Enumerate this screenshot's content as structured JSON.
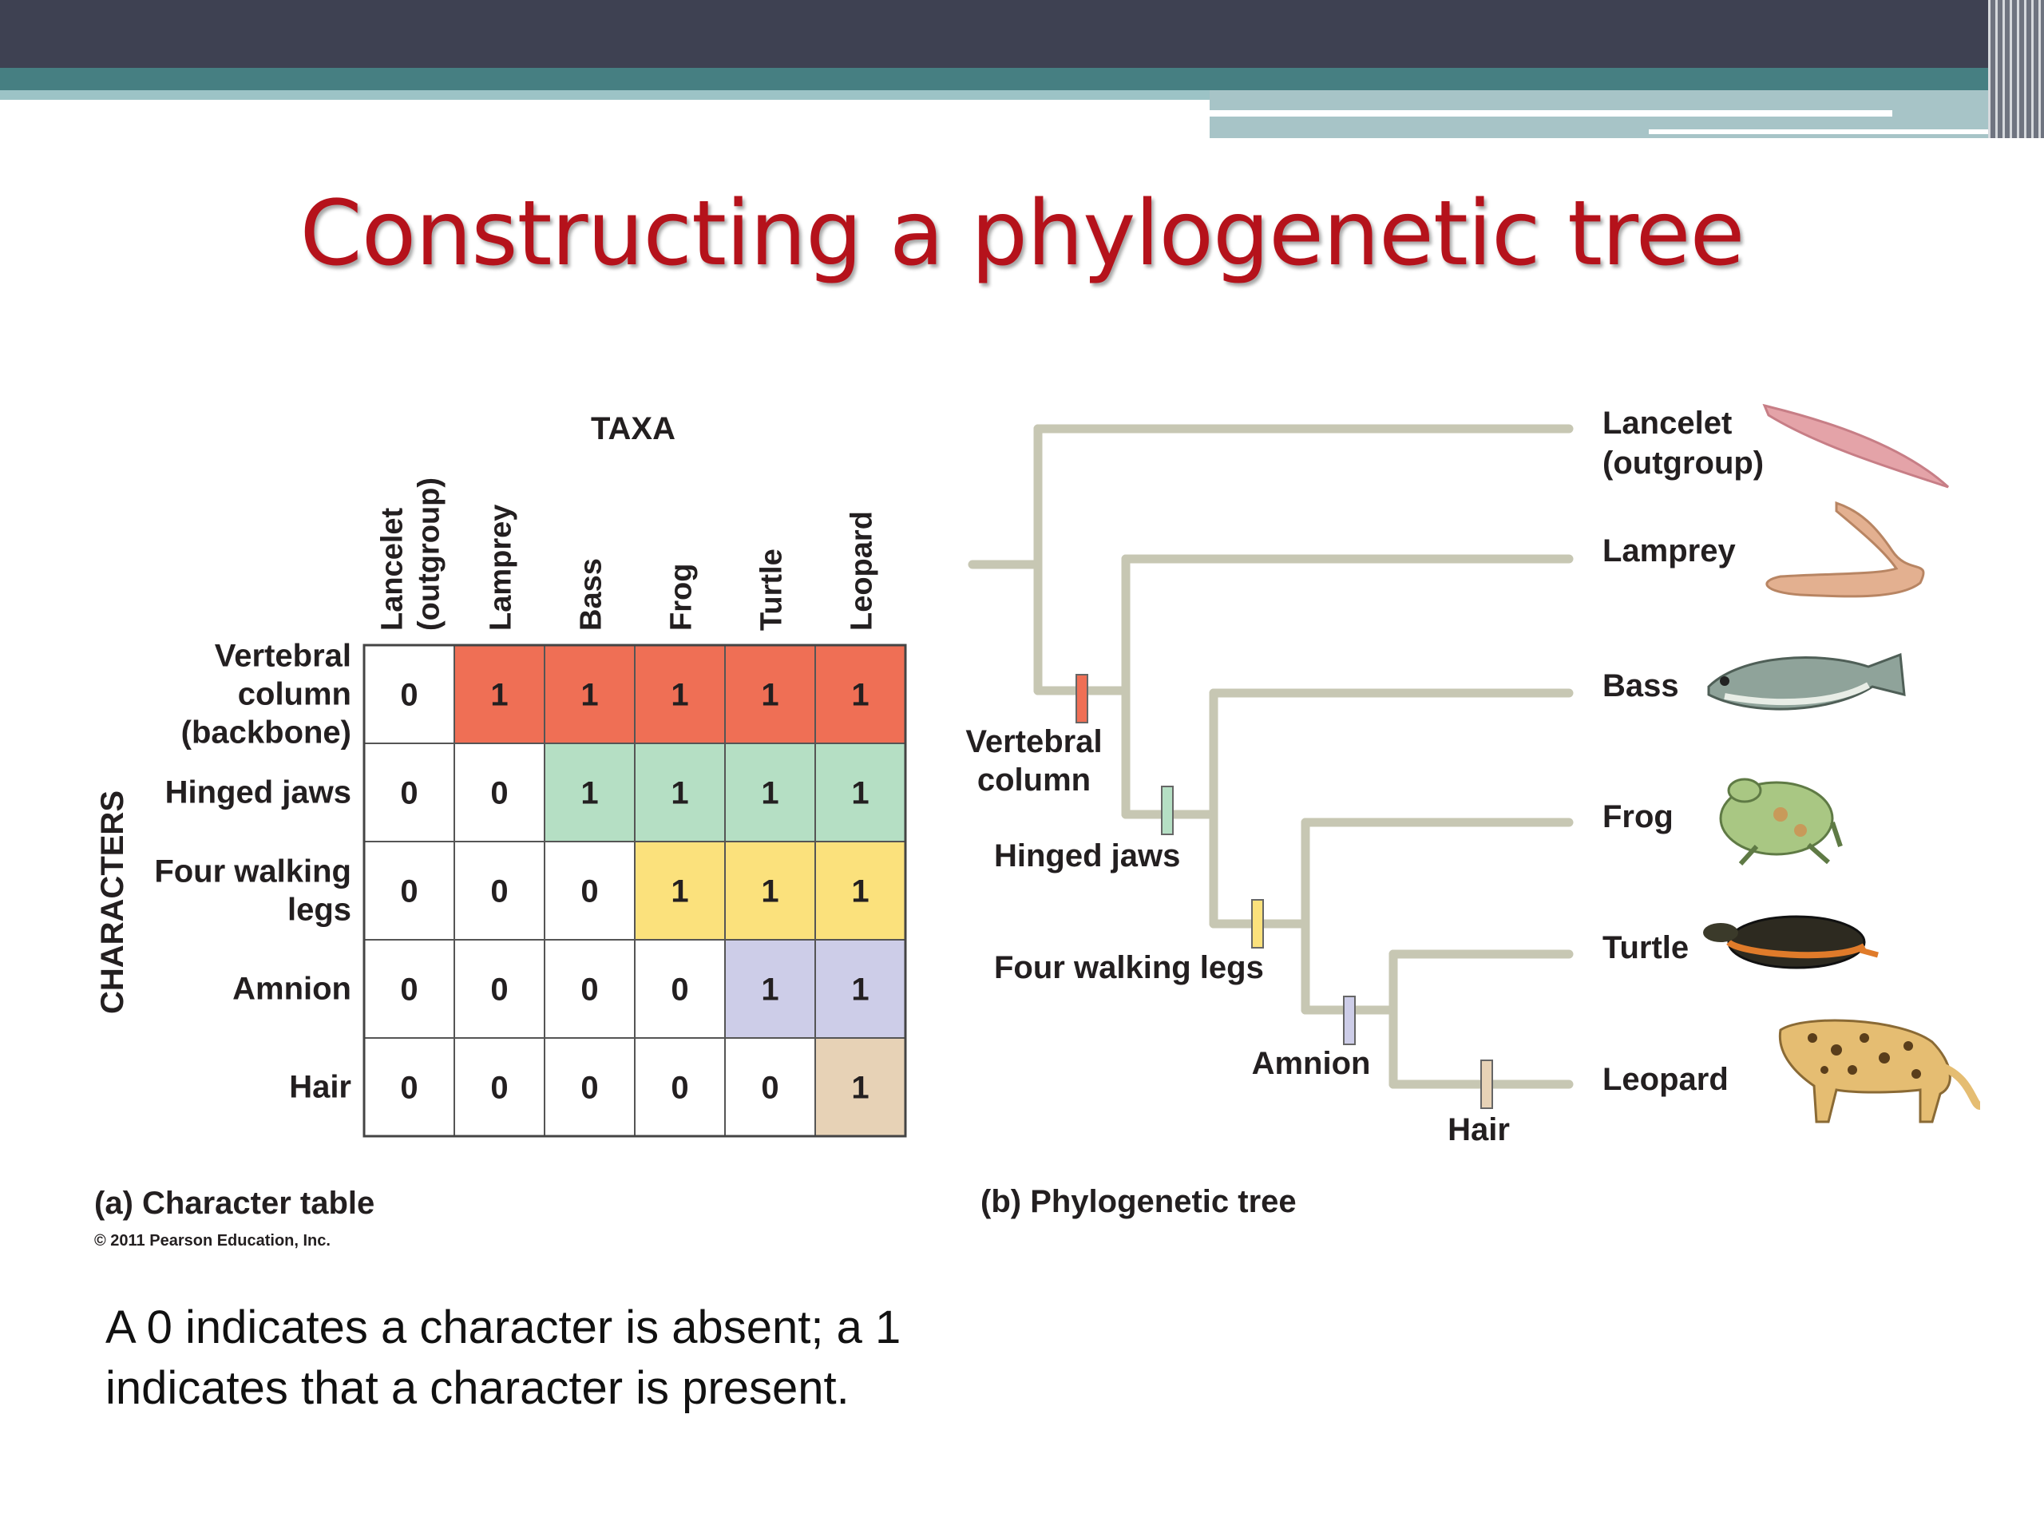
{
  "slide": {
    "title": "Constructing a phylogenetic tree",
    "caption_line1": "A 0 indicates a character is absent; a 1",
    "caption_line2": "indicates that a character is present."
  },
  "character_table": {
    "taxa_header": "TAXA",
    "characters_header": "CHARACTERS",
    "taxa": [
      {
        "lines": [
          "Lancelet",
          "(outgroup)"
        ]
      },
      {
        "lines": [
          "Lamprey"
        ]
      },
      {
        "lines": [
          "Bass"
        ]
      },
      {
        "lines": [
          "Frog"
        ]
      },
      {
        "lines": [
          "Turtle"
        ]
      },
      {
        "lines": [
          "Leopard"
        ]
      }
    ],
    "rows": [
      {
        "lines": [
          "Vertebral",
          "column",
          "(backbone)"
        ],
        "values": [
          "0",
          "1",
          "1",
          "1",
          "1",
          "1"
        ],
        "color": "#ef6f55"
      },
      {
        "lines": [
          "Hinged jaws"
        ],
        "values": [
          "0",
          "0",
          "1",
          "1",
          "1",
          "1"
        ],
        "color": "#b5dfc4"
      },
      {
        "lines": [
          "Four walking",
          "legs"
        ],
        "values": [
          "0",
          "0",
          "0",
          "1",
          "1",
          "1"
        ],
        "color": "#fbe17c"
      },
      {
        "lines": [
          "Amnion"
        ],
        "values": [
          "0",
          "0",
          "0",
          "0",
          "1",
          "1"
        ],
        "color": "#cdcde8"
      },
      {
        "lines": [
          "Hair"
        ],
        "values": [
          "0",
          "0",
          "0",
          "0",
          "0",
          "1"
        ],
        "color": "#e7d2b6"
      }
    ],
    "caption": "(a) Character table",
    "copyright": "© 2011 Pearson Education, Inc."
  },
  "tree": {
    "caption": "(b) Phylogenetic tree",
    "line_color": "#c7c7b3",
    "taxa_labels": [
      {
        "lines": [
          "Lancelet",
          "(outgroup)"
        ],
        "icon": "lancelet-icon"
      },
      {
        "lines": [
          "Lamprey"
        ],
        "icon": "lamprey-icon"
      },
      {
        "lines": [
          "Bass"
        ],
        "icon": "bass-icon"
      },
      {
        "lines": [
          "Frog"
        ],
        "icon": "frog-icon"
      },
      {
        "lines": [
          "Turtle"
        ],
        "icon": "turtle-icon"
      },
      {
        "lines": [
          "Leopard"
        ],
        "icon": "leopard-icon"
      }
    ],
    "characters": [
      {
        "lines": [
          "Vertebral",
          "column"
        ],
        "color": "#ef6f55"
      },
      {
        "lines": [
          "Hinged jaws"
        ],
        "color": "#b5dfc4"
      },
      {
        "lines": [
          "Four walking legs"
        ],
        "color": "#fbe17c"
      },
      {
        "lines": [
          "Amnion"
        ],
        "color": "#cdcde8"
      },
      {
        "lines": [
          "Hair"
        ],
        "color": "#e7d2b6"
      }
    ]
  }
}
